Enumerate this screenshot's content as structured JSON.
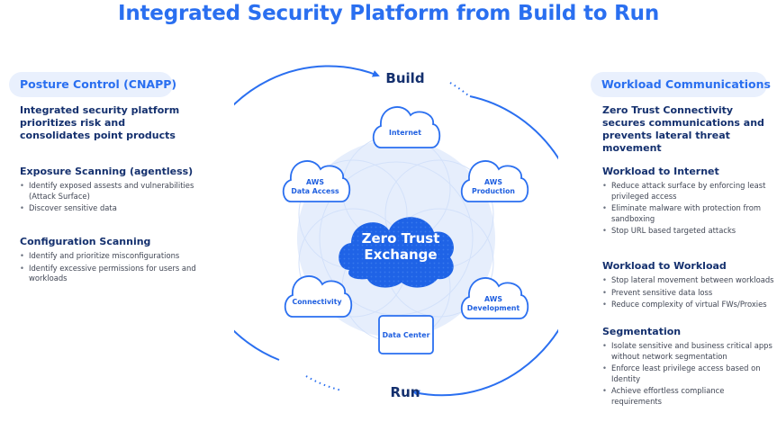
{
  "title": "Integrated Security Platform from Build to Run",
  "colors": {
    "accent": "#2a6ff0",
    "heading_dark": "#14306e",
    "pill_bg": "#e9f0fd",
    "halo": "#e6eefc"
  },
  "left": {
    "pill": "Posture Control (CNAPP)",
    "lead": "Integrated security platform prioritizes risk and consolidates point products",
    "sections": [
      {
        "heading": "Exposure Scanning (agentless)",
        "bullets": [
          "Identify exposed assests and vulnerabilities (Attack Surface)",
          "Discover sensitive data"
        ]
      },
      {
        "heading": "Configuration Scanning",
        "bullets": [
          "Identify and prioritize misconfigurations",
          "Identify excessive permissions for users and workloads"
        ]
      }
    ]
  },
  "right": {
    "pill": "Workload Communications",
    "lead": "Zero Trust Connectivity secures communications and prevents lateral threat movement",
    "sections": [
      {
        "heading": "Workload to Internet",
        "bullets": [
          "Reduce attack surface by enforcing least privileged access",
          "Eliminate malware with protection from sandboxing",
          "Stop URL based targeted attacks"
        ]
      },
      {
        "heading": "Workload to Workload",
        "bullets": [
          "Stop lateral movement between workloads",
          "Prevent sensitive data loss",
          "Reduce complexity of virtual FWs/Proxies"
        ]
      },
      {
        "heading": "Segmentation",
        "bullets": [
          "Isolate sensitive and business critical apps without network segmentation",
          "Enforce least privilege access based on Identity",
          "Achieve effortless compliance requirements"
        ]
      }
    ]
  },
  "diagram": {
    "build_label": "Build",
    "run_label": "Run",
    "center": {
      "line1": "Zero Trust",
      "line2": "Exchange"
    },
    "nodes": {
      "internet": {
        "lines": [
          "Internet"
        ]
      },
      "aws_data_access": {
        "lines": [
          "AWS",
          "Data Access"
        ]
      },
      "aws_production": {
        "lines": [
          "AWS",
          "Production"
        ]
      },
      "connectivity": {
        "lines": [
          "Connectivity"
        ]
      },
      "aws_development": {
        "lines": [
          "AWS",
          "Development"
        ]
      },
      "data_center": {
        "lines": [
          "Data Center"
        ]
      }
    }
  }
}
